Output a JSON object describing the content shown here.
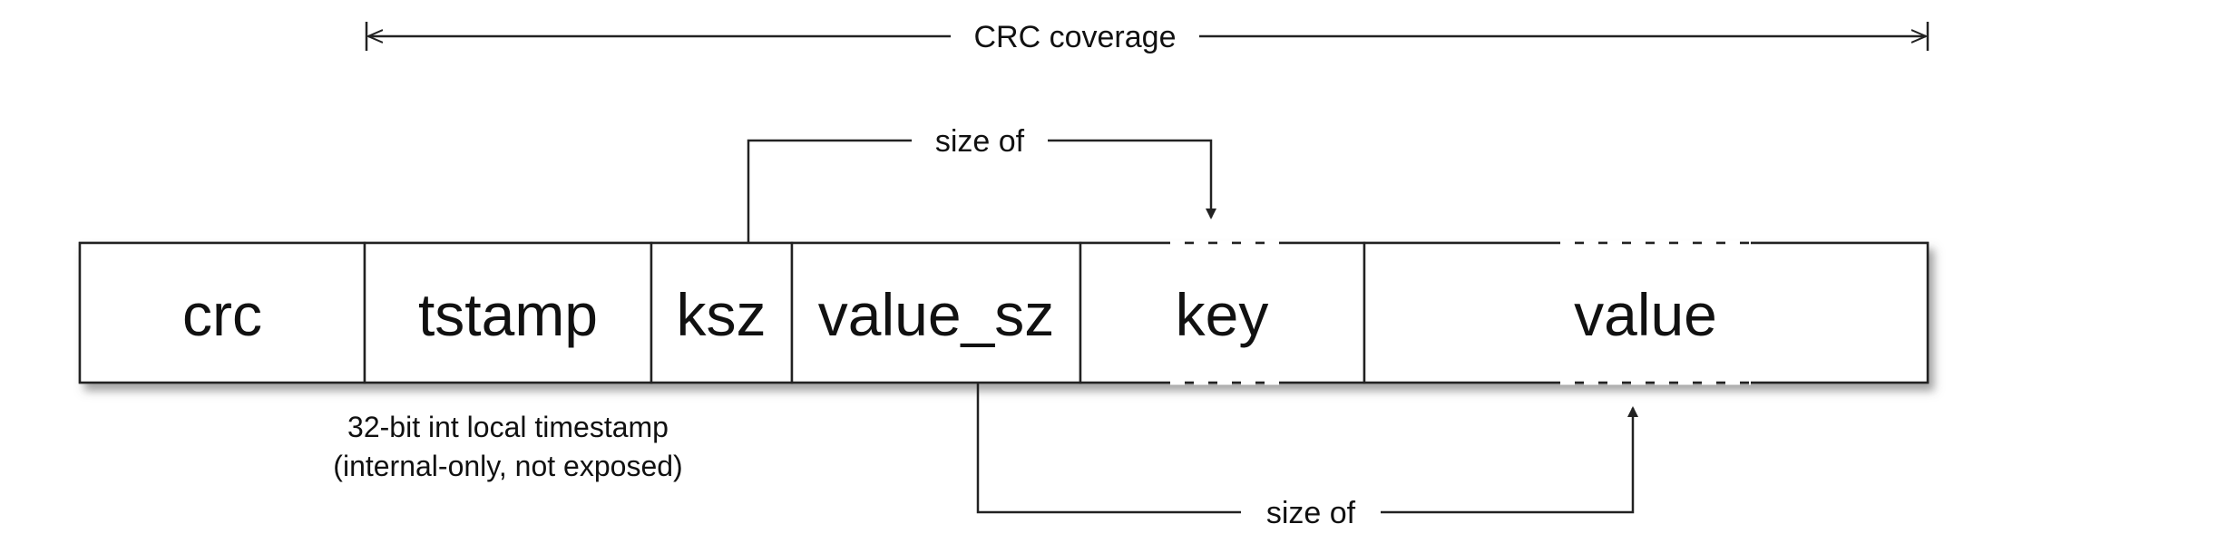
{
  "record_fields": [
    {
      "label": "crc"
    },
    {
      "label": "tstamp"
    },
    {
      "label": "ksz"
    },
    {
      "label": "value_sz"
    },
    {
      "label": "key"
    },
    {
      "label": "value"
    }
  ],
  "annotations": {
    "crc_coverage": "CRC coverage",
    "key_size_of": "size of",
    "value_size_of": "size of",
    "tstamp_note_line1": "32-bit int local timestamp",
    "tstamp_note_line2": "(internal-only, not exposed)"
  },
  "colors": {
    "stroke": "#222222",
    "text": "#111111",
    "background": "#ffffff"
  }
}
